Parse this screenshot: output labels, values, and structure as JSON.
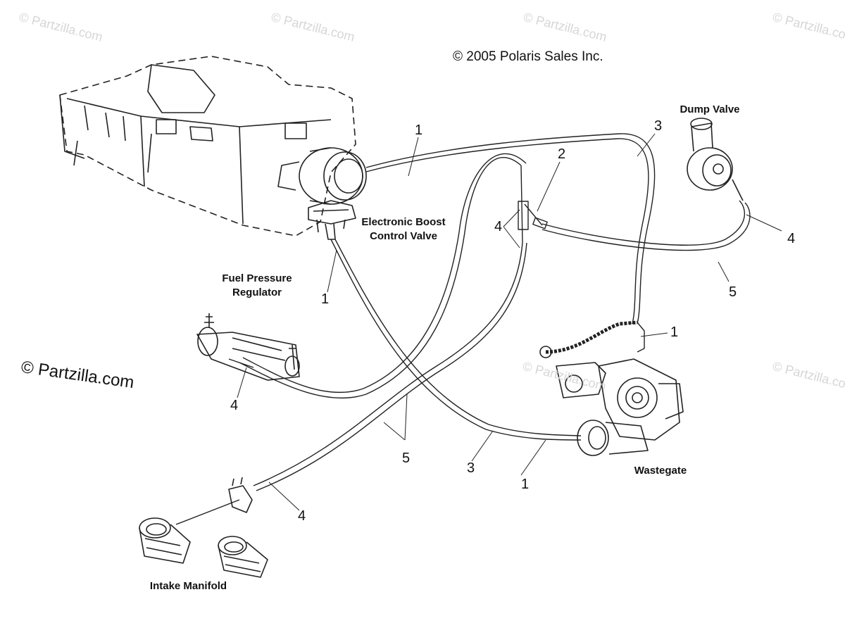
{
  "copyright": "© 2005 Polaris Sales Inc.",
  "watermarks": {
    "main": "© Partzilla.com",
    "faint": "© Partzilla.com"
  },
  "components": {
    "dump_valve": "Dump Valve",
    "boost_valve_line1": "Electronic Boost",
    "boost_valve_line2": "Control Valve",
    "fuel_reg_line1": "Fuel Pressure",
    "fuel_reg_line2": "Regulator",
    "wastegate": "Wastegate",
    "intake": "Intake Manifold"
  },
  "callouts": {
    "c1_top": "1",
    "c3_top": "3",
    "c2": "2",
    "c4_left": "4",
    "c4_right": "4",
    "c5_right": "5",
    "c1_reg": "1",
    "c1_waste": "1",
    "c4_reg": "4",
    "c5_mid": "5",
    "c3_bottom": "3",
    "c1_bottom": "1",
    "c4_bottom": "4"
  }
}
